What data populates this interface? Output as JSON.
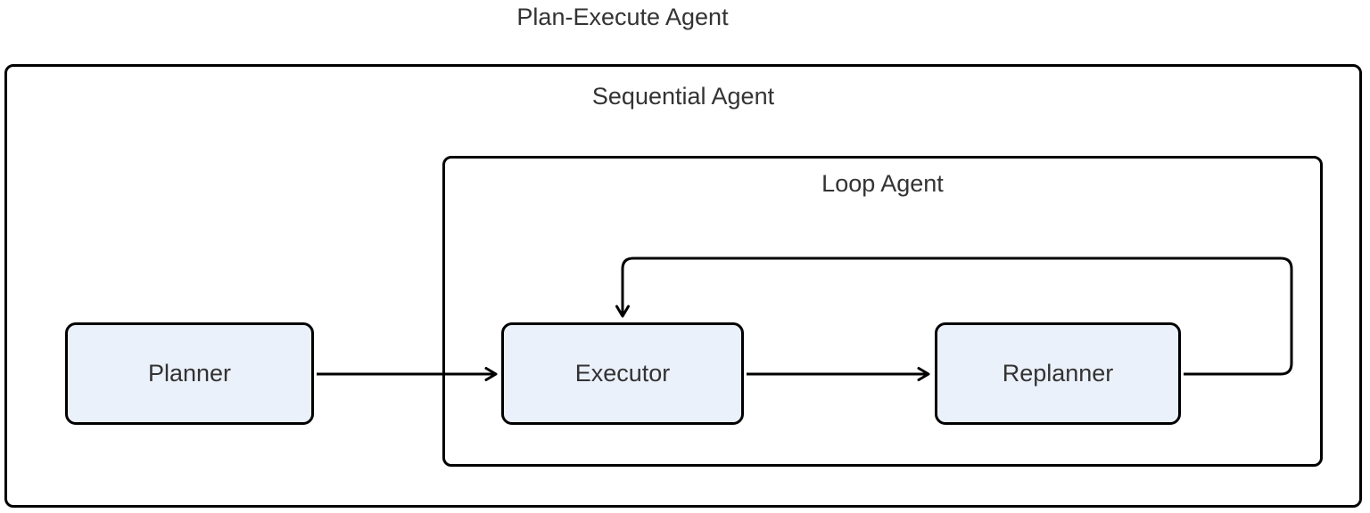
{
  "title": "Plan-Execute Agent",
  "containers": {
    "sequential": {
      "label": "Sequential Agent"
    },
    "loop": {
      "label": "Loop Agent"
    }
  },
  "nodes": {
    "planner": {
      "label": "Planner"
    },
    "executor": {
      "label": "Executor"
    },
    "replanner": {
      "label": "Replanner"
    }
  },
  "edges": [
    {
      "from": "Planner",
      "to": "Executor",
      "type": "straight-arrow"
    },
    {
      "from": "Executor",
      "to": "Replanner",
      "type": "straight-arrow"
    },
    {
      "from": "Replanner",
      "to": "Executor",
      "type": "loop-back-arrow"
    }
  ],
  "colors": {
    "background": "#ffffff",
    "line": "#000000",
    "text": "#333333",
    "node_fill": "#ebf1fa"
  }
}
